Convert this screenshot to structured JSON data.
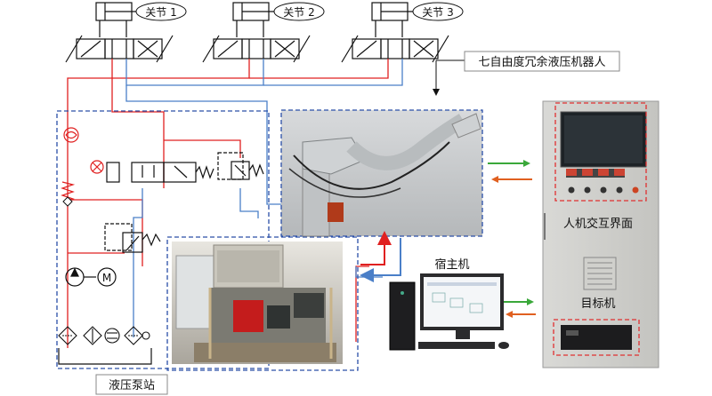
{
  "joints": [
    {
      "label": "关节 1"
    },
    {
      "label": "关节 2"
    },
    {
      "label": "关节 3"
    }
  ],
  "robot_title": "七自由度冗余液压机器人",
  "pump_station_label": "液压泵站",
  "host_label": "宿主机",
  "target_label": "目标机",
  "hmi_label": "人机交互界面",
  "motor_symbol": "M",
  "colors": {
    "pressure_line": "#e02020",
    "return_line": "#4a7fc8",
    "dashed_box": "#2a4fa8",
    "red_dashed": "#e03030",
    "green_arrow": "#3aa83a",
    "orange_arrow": "#e06020"
  }
}
